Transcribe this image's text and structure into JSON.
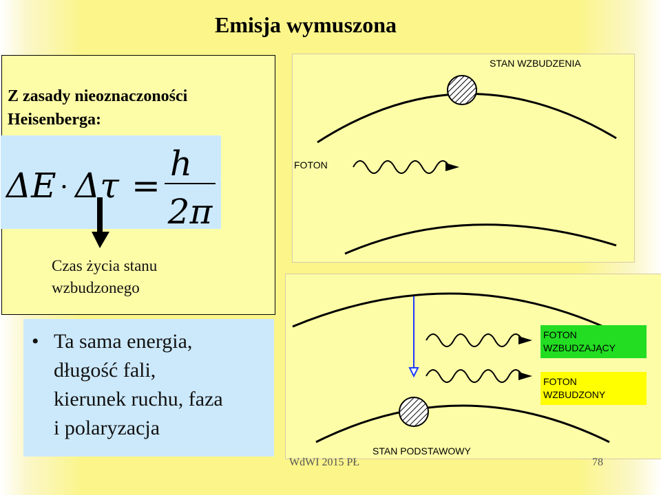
{
  "slide": {
    "title": "Emisja wymuszona",
    "footer_left": "WdWI 2015 PŁ",
    "page_number": "78"
  },
  "heisenberg": {
    "heading_line1": "Z zasady nieoznaczoności",
    "heading_line2": "Heisenberga:",
    "formula": {
      "lhs_delta_e": "ΔE",
      "dot": "·",
      "lhs_delta_tau": "Δτ",
      "equals": "=",
      "numerator": "h",
      "denominator": "2π"
    },
    "lifetime_line1": "Czas życia stanu",
    "lifetime_line2": "wzbudzonego"
  },
  "bullet": {
    "symbol": "•",
    "lines": [
      "Ta sama energia,",
      "długość fali,",
      "kierunek ruchu, faza",
      "i polaryzacja"
    ]
  },
  "diagram_top": {
    "excited_state_label": "STAN WZBUDZENIA",
    "photon_label": "FOTON"
  },
  "diagram_bottom": {
    "exciting_photon_line1": "FOTON",
    "exciting_photon_line2": "WZBUDZAJĄCY",
    "excited_photon_line1": "FOTON",
    "excited_photon_line2": "WZBUDZONY",
    "ground_state_label": "STAN PODSTAWOWY"
  },
  "colors": {
    "slide_yellow": "#fbf58a",
    "panel_yellow": "#fdfda8",
    "panel_blue": "#cce9fb",
    "label_green": "#22dd22",
    "label_yellow": "#ffff00",
    "arrow_blue": "#1a3cff"
  }
}
